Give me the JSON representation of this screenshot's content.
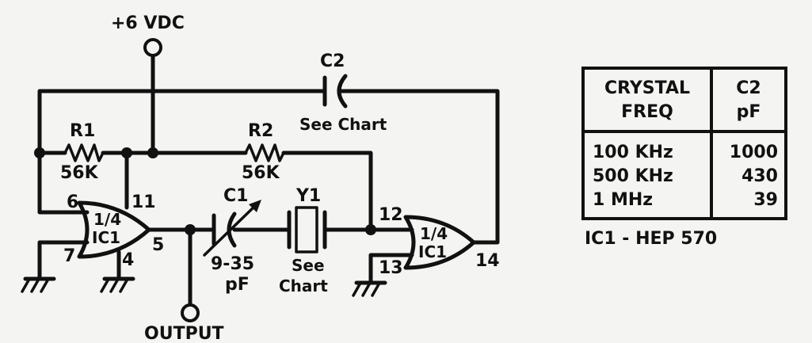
{
  "supply": {
    "label": "+6 VDC"
  },
  "output": {
    "label": "OUTPUT"
  },
  "components": {
    "r1": {
      "name": "R1",
      "value": "56K"
    },
    "r2": {
      "name": "R2",
      "value": "56K"
    },
    "c2": {
      "name": "C2",
      "note": "See Chart"
    },
    "c1": {
      "name": "C1",
      "value_line1": "9-35",
      "value_line2": "pF"
    },
    "y1": {
      "name": "Y1",
      "note_line1": "See",
      "note_line2": "Chart"
    }
  },
  "gates": {
    "gate1": {
      "line1": "1/4",
      "line2": "IC1",
      "pins": {
        "in_a": "6",
        "in_b": "7",
        "supply": "11",
        "ground": "4",
        "out": "5"
      }
    },
    "gate2": {
      "line1": "1/4",
      "line2": "IC1",
      "pins": {
        "in_a": "12",
        "in_b": "13",
        "out": "14"
      }
    }
  },
  "chart": {
    "headers": [
      {
        "line1": "CRYSTAL",
        "line2": "FREQ"
      },
      {
        "line1": "C2",
        "line2": "pF"
      }
    ],
    "rows": [
      {
        "freq": "100 KHz",
        "c2": "1000"
      },
      {
        "freq": "500 KHz",
        "c2": "430"
      },
      {
        "freq": "1 MHz",
        "c2": "39"
      }
    ]
  },
  "ic_note": "IC1 - HEP 570"
}
